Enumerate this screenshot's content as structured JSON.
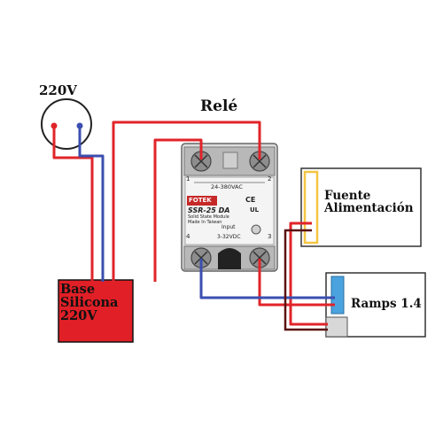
{
  "labels": {
    "outlet_voltage": "220V",
    "relay": "Relé",
    "power_supply_line1": "Fuente",
    "power_supply_line2": "Alimentación",
    "controller": "Ramps 1.4",
    "heater_line1": "Base",
    "heater_line2": "Silicona",
    "heater_line3": "220V"
  },
  "relay_module": {
    "brand": "FOTEK",
    "model": "SSR-25 DA",
    "subtitle": "Solid State Module",
    "origin": "Made In Taiwan",
    "ac_range": "24-380VAC",
    "input_label": "Input",
    "dc_range": "3-32VDC",
    "cert_ce": "CE",
    "cert_ul": "UL",
    "terminal_1": "1",
    "terminal_2": "2",
    "terminal_3": "3",
    "terminal_4": "4"
  },
  "colors": {
    "live_wire": "#e0242a",
    "neutral_wire": "#3b4fb0",
    "heater_fill": "#e01f26",
    "power_supply_strip": "#f5c542",
    "ramps_connector": "#4aa3df"
  }
}
